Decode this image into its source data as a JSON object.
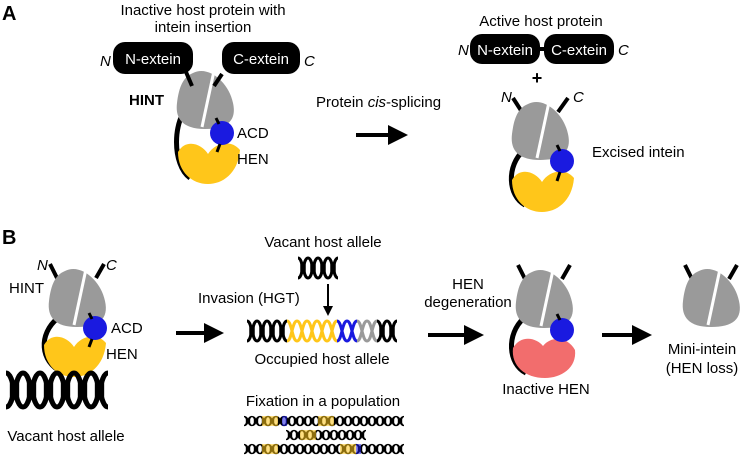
{
  "colors": {
    "intein_gray": "#9a9a9a",
    "acd_blue": "#1a1ae0",
    "hen_yellow": "#ffc61a",
    "hen_inactive": "#f26d6d",
    "extein_black": "#000000"
  },
  "panel_a": {
    "letter": "A",
    "inactive_title_1": "Inactive host protein with",
    "inactive_title_2": "intein insertion",
    "n_term": "N",
    "c_term": "C",
    "n_extein": "N-extein",
    "c_extein": "C-extein",
    "hint": "HINT",
    "acd": "ACD",
    "hen": "HEN",
    "splicing_pre": "Protein ",
    "splicing_italic": "cis",
    "splicing_post": "-splicing",
    "active_title": "Active host protein",
    "plus": "+",
    "excised": "Excised intein"
  },
  "panel_b": {
    "letter": "B",
    "n_term": "N",
    "c_term": "C",
    "hint": "HINT",
    "acd": "ACD",
    "hen": "HEN",
    "vacant_allele_left": "Vacant host allele",
    "vacant_allele_top": "Vacant host allele",
    "invasion": "Invasion (HGT)",
    "occupied": "Occupied host allele",
    "fixation": "Fixation in a population",
    "hen_degeneration_1": "HEN",
    "hen_degeneration_2": "degeneration",
    "inactive_hen": "Inactive HEN",
    "mini_intein_1": "Mini-intein",
    "mini_intein_2": "(HEN loss)"
  }
}
